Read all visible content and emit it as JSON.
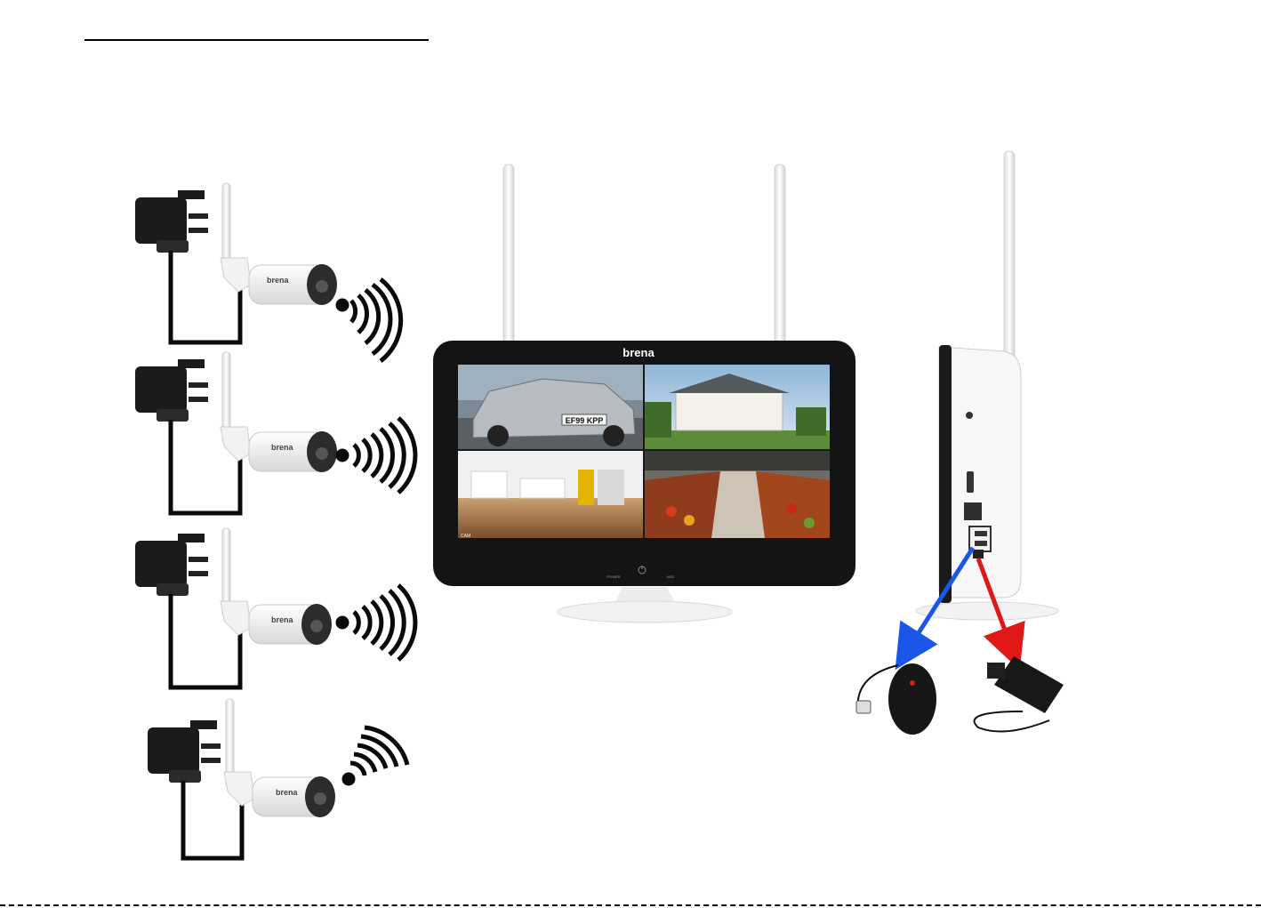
{
  "brand": "brena",
  "monitor": {
    "brand": "brena",
    "indicator_power": "POWER",
    "indicator_hdd": "HDD",
    "license_plate": "EF99 KPP",
    "channel_label": "CAM"
  },
  "cameras": [
    {
      "brand": "brena"
    },
    {
      "brand": "brena"
    },
    {
      "brand": "brena"
    },
    {
      "brand": "brena"
    }
  ],
  "connections": {
    "usb_arrow_color": "#1a56e8",
    "power_arrow_color": "#e01818"
  },
  "colors": {
    "antenna": "#f4f4f4",
    "bezel": "#141414",
    "cable": "#0a0a0a"
  }
}
